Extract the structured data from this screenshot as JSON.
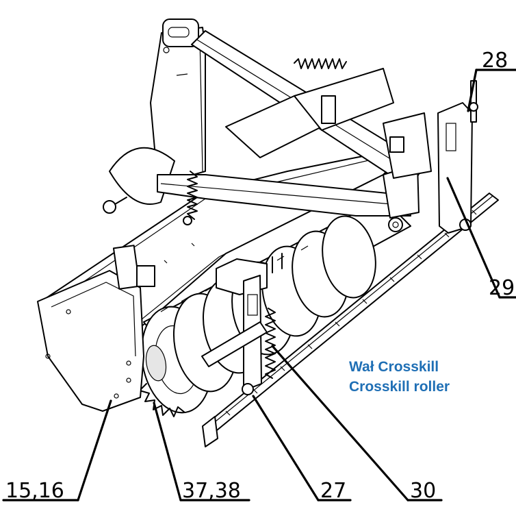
{
  "callouts": {
    "c28": "28",
    "c29": "29",
    "c15_16": "15,16",
    "c37_38": "37,38",
    "c27": "27",
    "c30": "30"
  },
  "caption": {
    "line1": "Wał Crosskill",
    "line2": "Crosskill roller"
  },
  "colors": {
    "caption": "#1f6fb5",
    "ink": "#000000"
  }
}
